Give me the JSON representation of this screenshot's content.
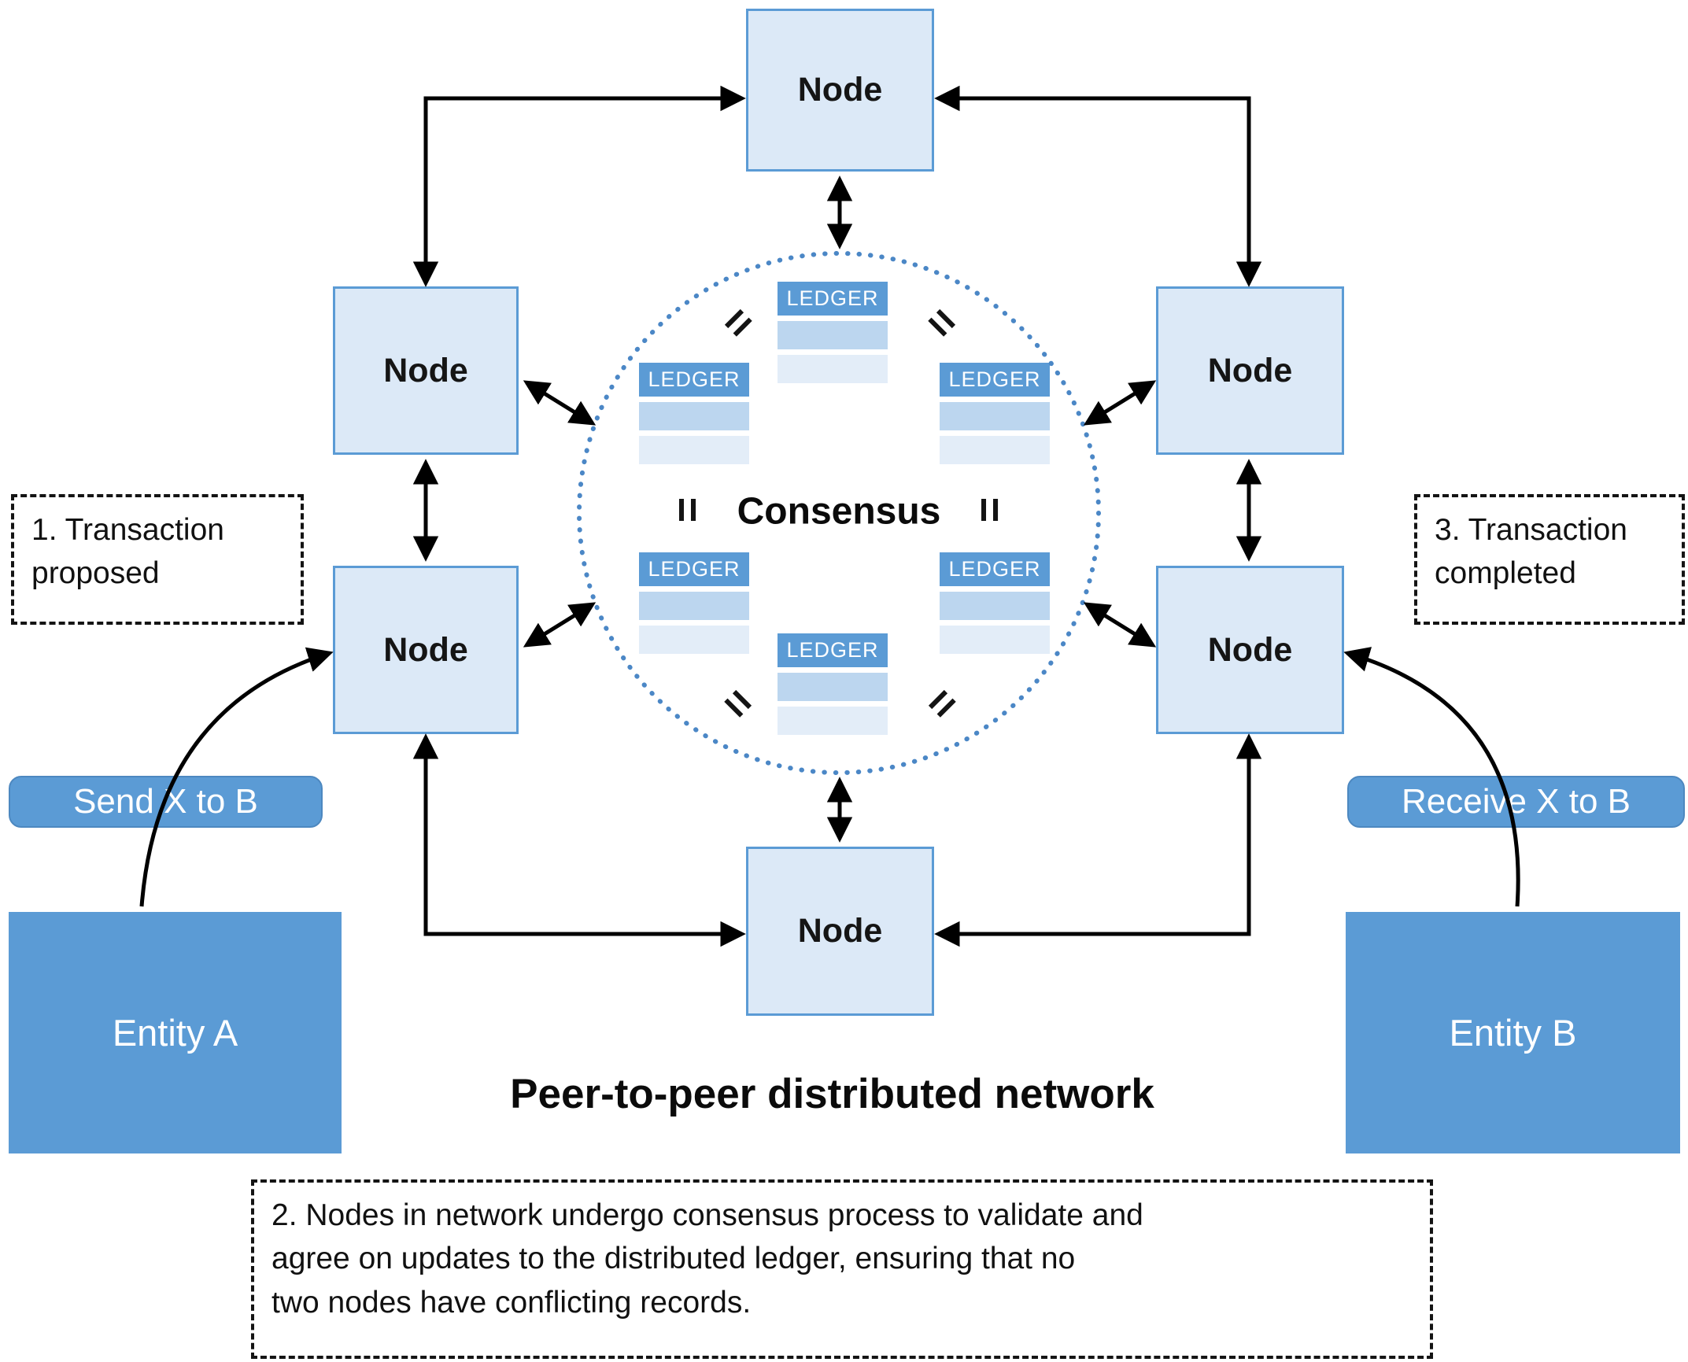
{
  "title": "Peer-to-peer distributed network",
  "nodes": {
    "top": "Node",
    "upper_left": "Node",
    "lower_left": "Node",
    "upper_right": "Node",
    "lower_right": "Node",
    "bottom": "Node"
  },
  "consensus": {
    "label": "Consensus",
    "ledger_label": "LEDGER",
    "equals_symbol": "="
  },
  "annotations": {
    "step1_lines": [
      "1. Transaction",
      "proposed"
    ],
    "step3_lines": [
      "3. Transaction",
      "completed"
    ],
    "step2_lines": [
      "2. Nodes in network undergo consensus process to validate and",
      "agree on updates to the distributed ledger, ensuring that no",
      "two nodes have conflicting records."
    ]
  },
  "entities": {
    "entity_a": "Entity A",
    "entity_b": "Entity B"
  },
  "transaction_labels": {
    "send": "Send X to B",
    "receive": "Receive X to B"
  },
  "colors": {
    "node_fill": "#dce9f7",
    "node_border": "#5b9bd5",
    "entity_fill": "#5b9bd5",
    "ledger_header": "#5b9bd5",
    "ledger_row_dark": "#bcd6ef",
    "ledger_row_light": "#e3edf8",
    "circle_dots": "#4b87c6",
    "arrow": "#000000"
  }
}
